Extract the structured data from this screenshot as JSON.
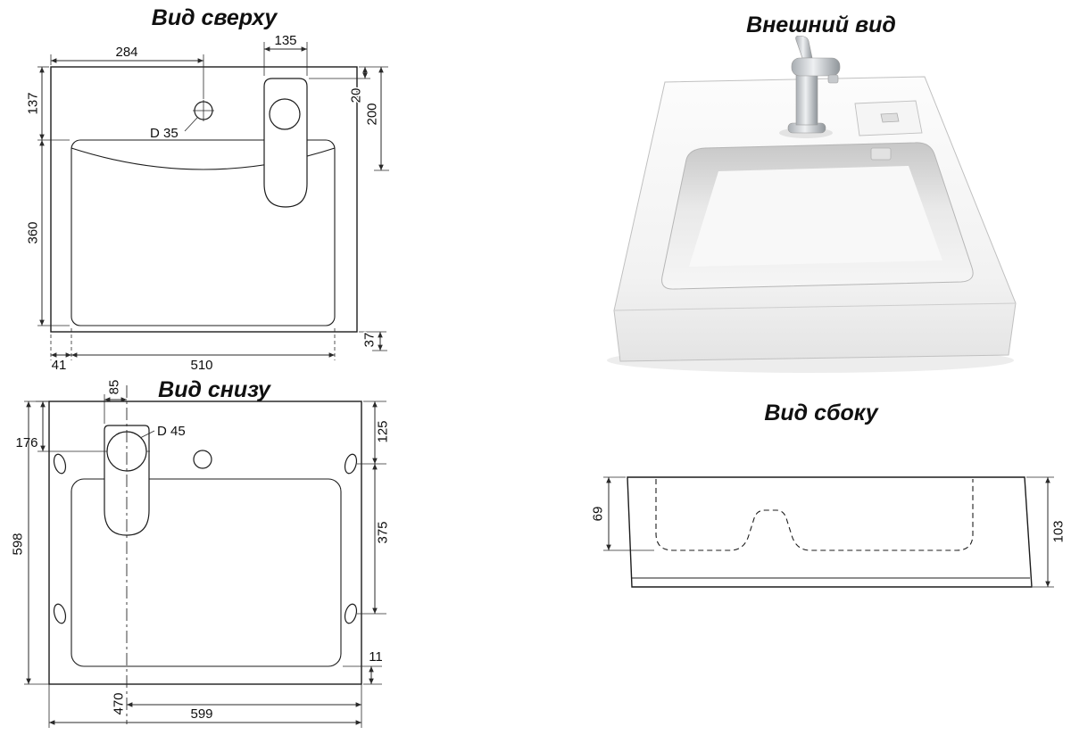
{
  "palette": {
    "line": "#1c1c1c",
    "background": "#ffffff"
  },
  "views": {
    "top": {
      "title": "Вид сверху",
      "dims": {
        "w284": "284",
        "w135": "135",
        "h137": "137",
        "h20": "20",
        "h200": "200",
        "h360": "360",
        "h37": "37",
        "w41": "41",
        "w510": "510",
        "hole_label": "D 35"
      }
    },
    "bottom": {
      "title": "Вид снизу",
      "dims": {
        "w85": "85",
        "h176": "176",
        "h598": "598",
        "h125": "125",
        "h375": "375",
        "h11": "11",
        "w470": "470",
        "w599": "599",
        "hole_label": "D 45"
      }
    },
    "external": {
      "title": "Внешний вид"
    },
    "side": {
      "title": "Вид сбоку",
      "dims": {
        "h69": "69",
        "h103": "103"
      }
    }
  }
}
